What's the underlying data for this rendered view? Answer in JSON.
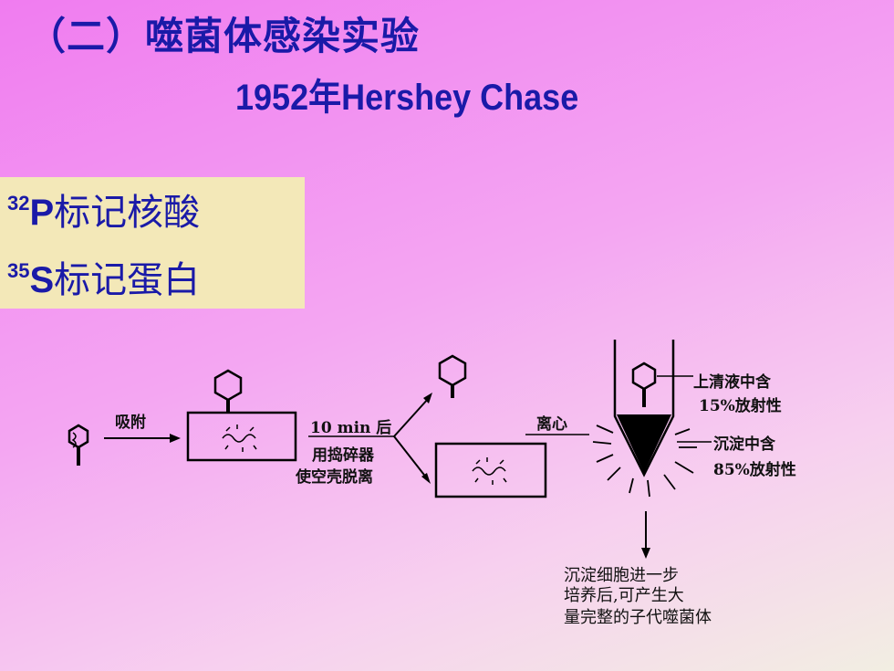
{
  "title": "（二）噬菌体感染实验",
  "subtitle": "1952年Hershey  Chase",
  "labels": {
    "p_mass": "32",
    "p_element": "P",
    "p_text": "标记核酸",
    "s_mass": "35",
    "s_element": "S",
    "s_text": "标记蛋白"
  },
  "diagram": {
    "adsorb": "吸附",
    "after_10min": "10 min 后",
    "blend_line1": "用捣碎器",
    "blend_line2": "使空壳脱离",
    "centrifuge": "离心",
    "supernatant_line1": "上清液中含",
    "supernatant_line2": "15%放射性",
    "pellet_line1": "沉淀中含",
    "pellet_line2": "85%放射性",
    "result_line1": "沉淀细胞进一步",
    "result_line2": "培养后,可产生大",
    "result_line3": "量完整的子代噬菌体"
  }
}
